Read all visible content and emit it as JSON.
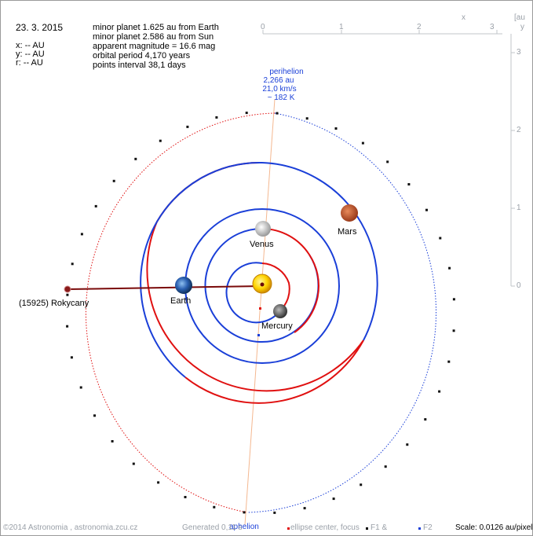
{
  "date": "23. 3. 2015",
  "coords": {
    "x": "x: -- AU",
    "y": "y: -- AU",
    "r": "r: -- AU"
  },
  "details": {
    "dist_earth": "minor planet 1.625 au from Earth",
    "dist_sun": "minor planet 2.586 au from Sun",
    "magnitude": "apparent magnitude = 16.6 mag",
    "period": "orbital period 4,170 years",
    "interval": "points interval 38,1 days"
  },
  "perihelion": {
    "title": "perihelion",
    "dist": "2,266 au",
    "speed": "21,0 km/s",
    "temp": "~ 182 K"
  },
  "aphelion": "aphelion",
  "planets": {
    "venus": "Venus",
    "mars": "Mars",
    "earth": "Earth",
    "mercury": "Mercury",
    "asteroid": "(15925) Rokycany"
  },
  "axes": {
    "x_unit": "x",
    "au_unit": "[au",
    "y_unit": "y",
    "x_ticks": [
      "0",
      "1",
      "2",
      "3"
    ],
    "y_ticks": [
      "3",
      "2",
      "1",
      "0"
    ]
  },
  "footer": {
    "copyright": "©2014 Astronomia , astronomia.zcu.cz",
    "generated": "Generated 0,11 s",
    "legend_ellipse": "ellipse center, focus",
    "legend_f1": "F1 &",
    "legend_f2": "F2",
    "scale": "Scale: 0.0126 au/pixel"
  },
  "colors": {
    "orbit_blue": "#1a3fd8",
    "orbit_red": "#e01010",
    "axis_gray": "#9aa0a8",
    "apsis_line": "#f4b890",
    "radius_line": "#7a0a0a"
  }
}
